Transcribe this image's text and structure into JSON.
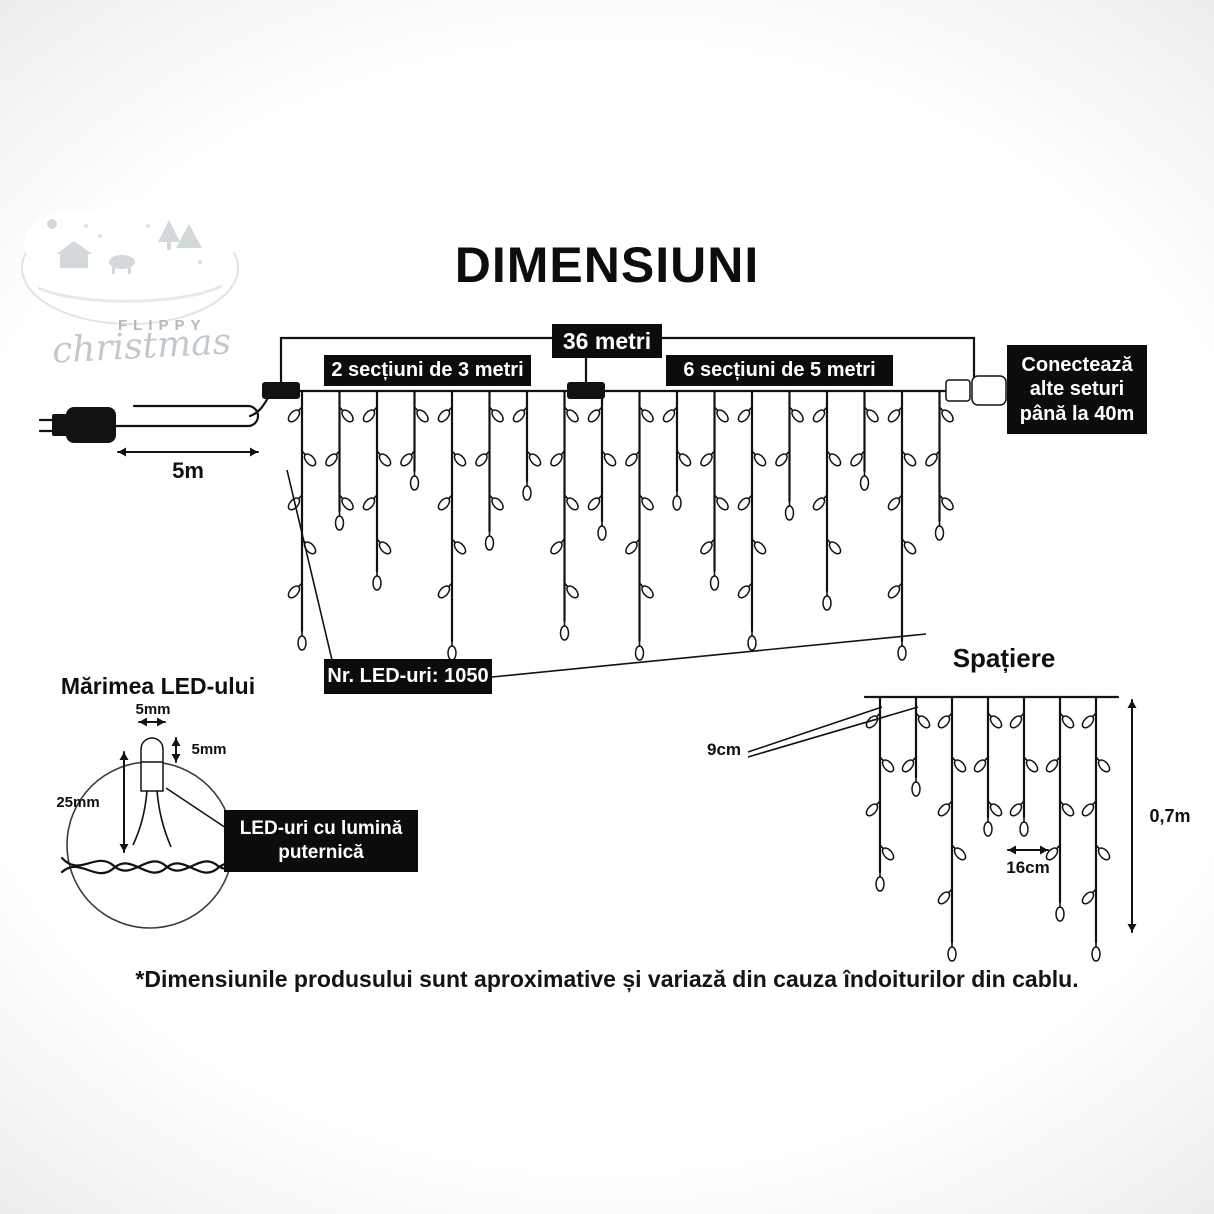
{
  "header": {
    "title": "DIMENSIUNI"
  },
  "logo": {
    "brand_top": "FLIPPY",
    "brand_script": "christmas"
  },
  "main_diagram": {
    "total_length": "36 metri",
    "left_sections": "2 secțiuni de 3 metri",
    "right_sections": "6 secțiuni de 5 metri",
    "connect_note": "Conectează alte seturi până la 40m",
    "lead_length": "5m",
    "led_count": "Nr. LED-uri: 1050"
  },
  "led_size": {
    "heading": "Mărimea LED-ului",
    "width": "5mm",
    "tip_height": "5mm",
    "length": "25mm",
    "note": "LED-uri cu lumină puternică"
  },
  "spacing": {
    "heading": "Spațiere",
    "vertical_gap": "9cm",
    "horizontal_gap": "16cm",
    "drop_height": "0,7m"
  },
  "footer": {
    "disclaimer": "*Dimensiunile produsului sunt aproximative și variază din cauza îndoiturilor din cablu."
  }
}
